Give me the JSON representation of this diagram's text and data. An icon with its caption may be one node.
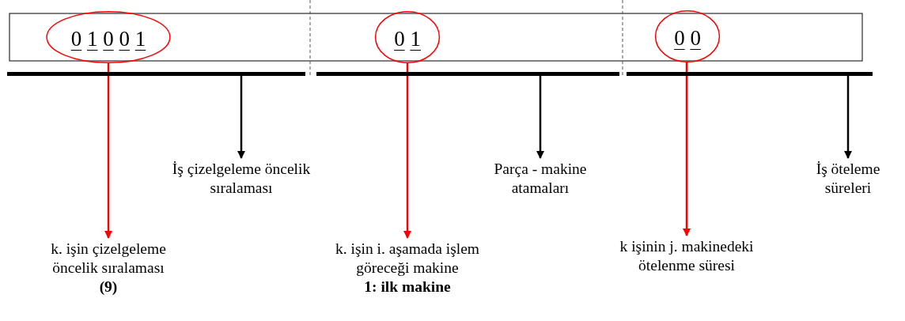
{
  "diagram": {
    "nodes": [
      {
        "text": [
          "0 1 0 0 1"
        ]
      },
      {
        "text": [
          "0 1"
        ]
      },
      {
        "text": [
          "0 0"
        ]
      },
      {
        "text": [],
        "shape": "bar"
      },
      {
        "text": [],
        "shape": "bar"
      },
      {
        "text": [],
        "shape": "bar"
      },
      {
        "text": [
          "İş çizelgeleme öncelik sıralaması"
        ]
      },
      {
        "text": [
          "Parça - makine atamaları"
        ]
      },
      {
        "text": [
          "İş öteleme süreleri"
        ]
      },
      {
        "text": [
          "k. işin çizelgeleme öncelik sıralaması",
          "(9)"
        ]
      },
      {
        "text": [
          "k. işin i. aşamada işlem göreceği makine",
          "1: ilk makine"
        ]
      },
      {
        "text": [
          "k işinin j. makinedeki ötelenme süresi"
        ]
      }
    ],
    "edges": [
      {
        "from": 0,
        "to": 9,
        "arrow": "to",
        "color": "#ff0000"
      },
      {
        "from": 3,
        "to": 6,
        "arrow": "to",
        "color": "#000000"
      },
      {
        "from": 1,
        "to": 10,
        "arrow": "to",
        "color": "#ff0000"
      },
      {
        "from": 4,
        "to": 7,
        "arrow": "to",
        "color": "#000000"
      },
      {
        "from": 2,
        "to": 11,
        "arrow": "to",
        "color": "#ff0000"
      },
      {
        "from": 5,
        "to": 8,
        "arrow": "to",
        "color": "#000000"
      }
    ]
  }
}
